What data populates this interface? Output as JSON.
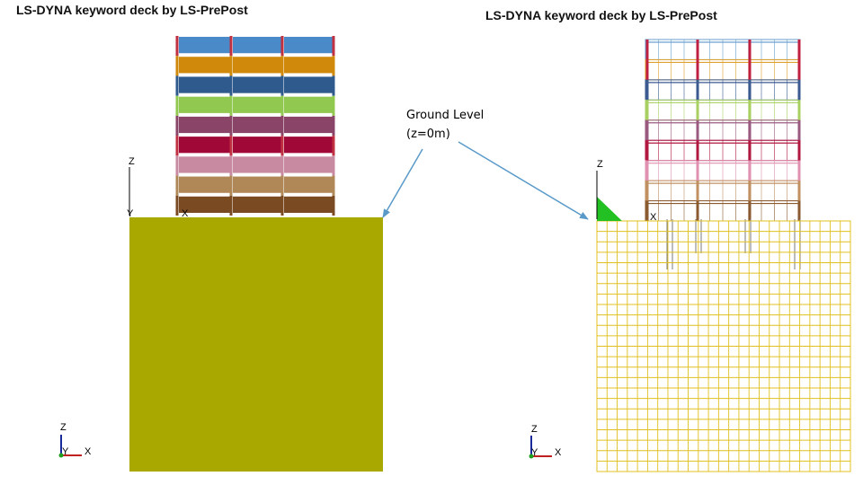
{
  "left_view": {
    "title": "LS-DYNA keyword deck by LS-PrePost",
    "ground_color": "#a8a800",
    "floor_colors": [
      "#4a8ac8",
      "#d0890a",
      "#2f5a8e",
      "#90c850",
      "#8a4468",
      "#a00838",
      "#c88aa0",
      "#b08858",
      "#7a4a22"
    ],
    "column_color": "#c03040",
    "local_axes": {
      "z": "Z",
      "y": "Y",
      "x": "X"
    },
    "triad": {
      "z": "Z",
      "y": "Y",
      "x": "X"
    }
  },
  "right_view": {
    "title": "LS-DYNA keyword deck by LS-PrePost",
    "mesh_color": "#e0c020",
    "wedge_color": "#22c022",
    "floor_colors": [
      "#6aa0d0",
      "#e0a030",
      "#3a5a90",
      "#a8d060",
      "#9a5a80",
      "#b01840",
      "#e090b0",
      "#c09060",
      "#8a5a30"
    ],
    "local_axes": {
      "z": "Z",
      "x": "X"
    },
    "triad": {
      "z": "Z",
      "y": "Y",
      "x": "X"
    }
  },
  "annotation": {
    "line1": "Ground Level",
    "line2": "(z=0m)",
    "arrow_color": "#5a9ac8"
  }
}
